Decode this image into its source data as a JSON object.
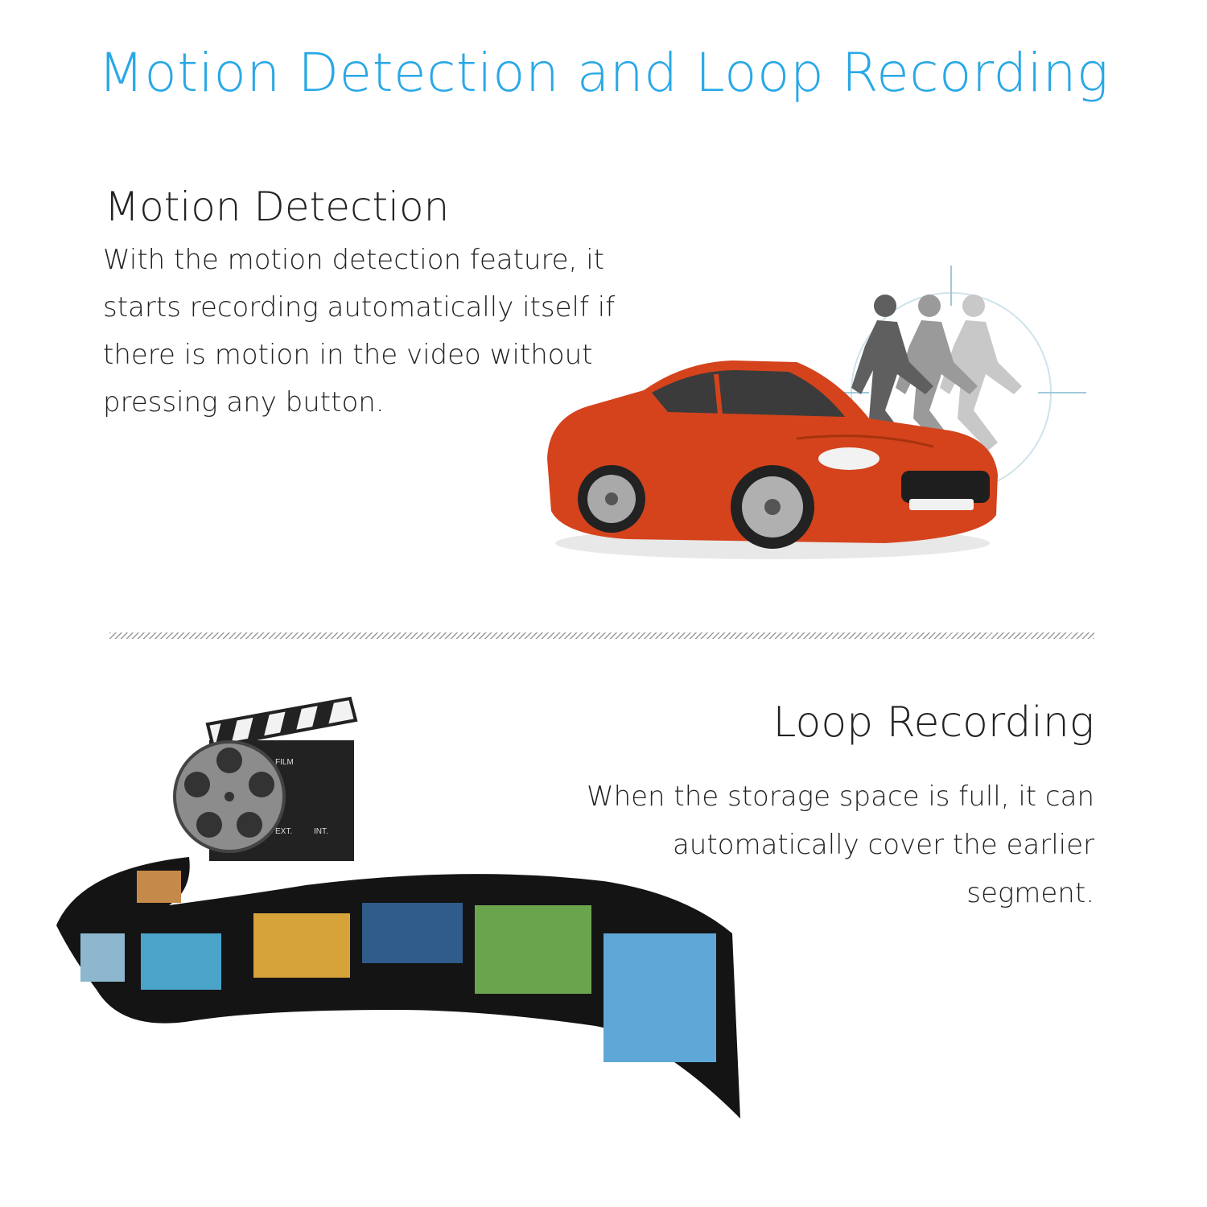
{
  "header": {
    "title": "Motion Detection and Loop Recording",
    "title_color": "#29a8e6"
  },
  "motion_detection": {
    "heading": "Motion Detection",
    "body": "With the motion detection feature, it starts recording automatically itself if there is motion in the video without pressing any button."
  },
  "loop_recording": {
    "heading": "Loop Recording",
    "body": "When the storage space is full, it can automatically cover the earlier segment."
  },
  "illustrations": {
    "car": {
      "icon": "car-icon",
      "color": "#d4431c"
    },
    "runners": {
      "icon": "running-person-icon",
      "color": "#5a5a5a"
    },
    "clapper": {
      "icon": "clapperboard-icon",
      "labels": [
        "FILM",
        "EXT.",
        "INT."
      ]
    },
    "film_strip": {
      "icon": "film-strip-icon"
    }
  }
}
